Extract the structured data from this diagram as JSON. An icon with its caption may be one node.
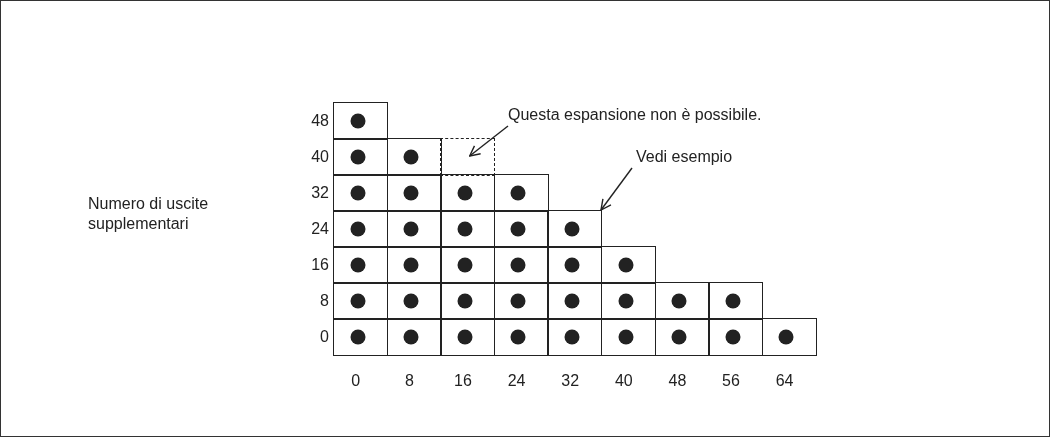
{
  "diagram": {
    "nodes": [
      {
        "text": [
          "Questa espansione non è possibile."
        ]
      },
      {
        "text": [],
        "shape": "box"
      },
      {
        "text": [],
        "shape": "box"
      },
      {
        "text": [],
        "shape": "box"
      },
      {
        "text": [],
        "shape": "box"
      },
      {
        "text": [
          "Vedi esempio"
        ]
      },
      {
        "text": [],
        "shape": "box"
      },
      {
        "text": [],
        "shape": "box"
      },
      {
        "text": [],
        "shape": "box"
      },
      {
        "text": [],
        "shape": "box"
      },
      {
        "text": [],
        "shape": "box"
      },
      {
        "text": [],
        "shape": "box"
      },
      {
        "text": [],
        "shape": "box"
      },
      {
        "text": [],
        "shape": "box"
      },
      {
        "text": [],
        "shape": "box"
      },
      {
        "text": [],
        "shape": "box"
      },
      {
        "text": [],
        "shape": "box"
      },
      {
        "text": [],
        "shape": "box"
      },
      {
        "text": [],
        "shape": "box"
      },
      {
        "text": [],
        "shape": "box"
      },
      {
        "text": [],
        "shape": "box"
      },
      {
        "text": [],
        "shape": "box"
      },
      {
        "text": [],
        "shape": "box"
      },
      {
        "text": [],
        "shape": "box"
      },
      {
        "text": [],
        "shape": "box"
      },
      {
        "text": [],
        "shape": "box"
      },
      {
        "text": [],
        "shape": "box"
      },
      {
        "text": [],
        "shape": "box"
      },
      {
        "text": [],
        "shape": "box"
      },
      {
        "text": [],
        "shape": "box"
      },
      {
        "text": [],
        "shape": "box"
      },
      {
        "text": [],
        "shape": "box"
      },
      {
        "text": [],
        "shape": "box"
      },
      {
        "text": [],
        "shape": "box"
      },
      {
        "text": [],
        "shape": "box"
      },
      {
        "text": [],
        "shape": "box"
      },
      {
        "text": [],
        "shape": "box"
      },
      {
        "text": [],
        "shape": "box"
      }
    ],
    "edges": [
      {
        "from": 0,
        "to": 4,
        "arrow": "to"
      },
      {
        "from": 5,
        "to": 14,
        "arrow": "to"
      }
    ],
    "labels": [
      "Numero di uscite supplementari",
      "48",
      "40",
      "32",
      "24",
      "16",
      "8",
      "0",
      "0",
      "8",
      "16",
      "24",
      "32",
      "40",
      "48",
      "56",
      "64"
    ]
  }
}
